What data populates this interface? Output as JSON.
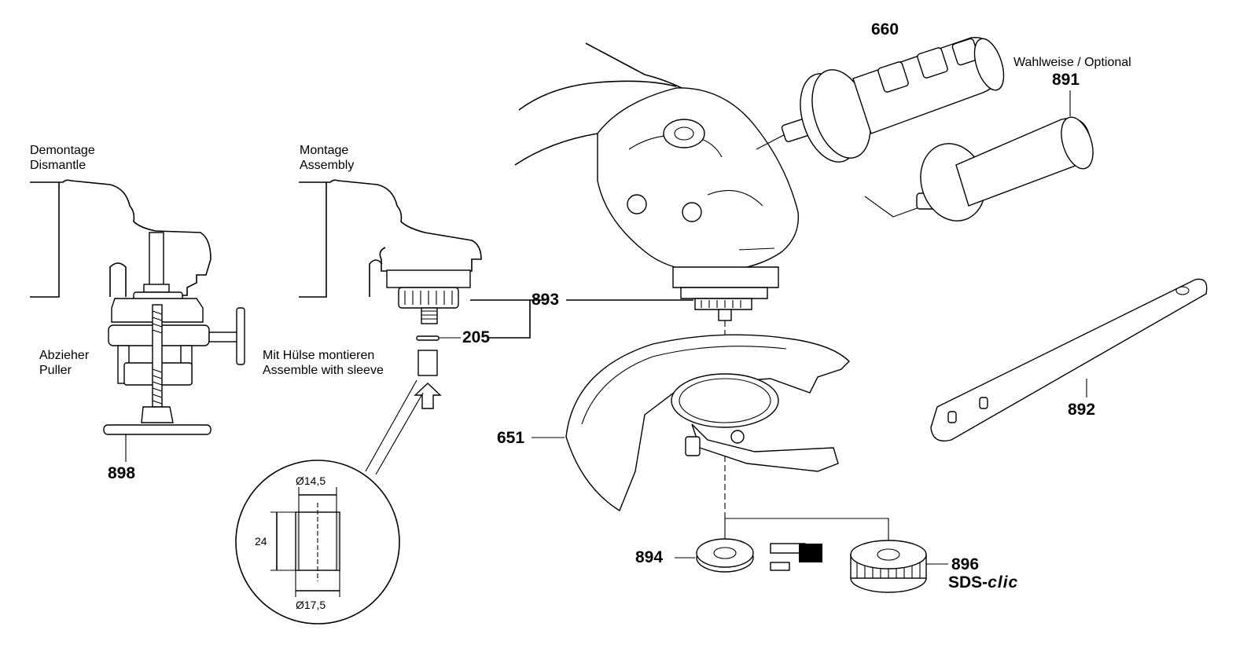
{
  "labels": {
    "dismantle_de": "Demontage",
    "dismantle_en": "Dismantle",
    "assembly_de": "Montage",
    "assembly_en": "Assembly",
    "puller_de": "Abzieher",
    "puller_en": "Puller",
    "sleeve_de": "Mit Hülse montieren",
    "sleeve_en": "Assemble with sleeve",
    "optional": "Wahlweise / Optional"
  },
  "parts": {
    "p660": "660",
    "p891": "891",
    "p893": "893",
    "p205": "205",
    "p898": "898",
    "p651": "651",
    "p892": "892",
    "p894": "894",
    "p896": "896"
  },
  "brand": {
    "sds_prefix": "SDS-",
    "sds_suffix": "clic"
  },
  "dimensions": {
    "inner_diameter": "Ø14,5",
    "length": "24",
    "outer_diameter": "Ø17,5"
  }
}
